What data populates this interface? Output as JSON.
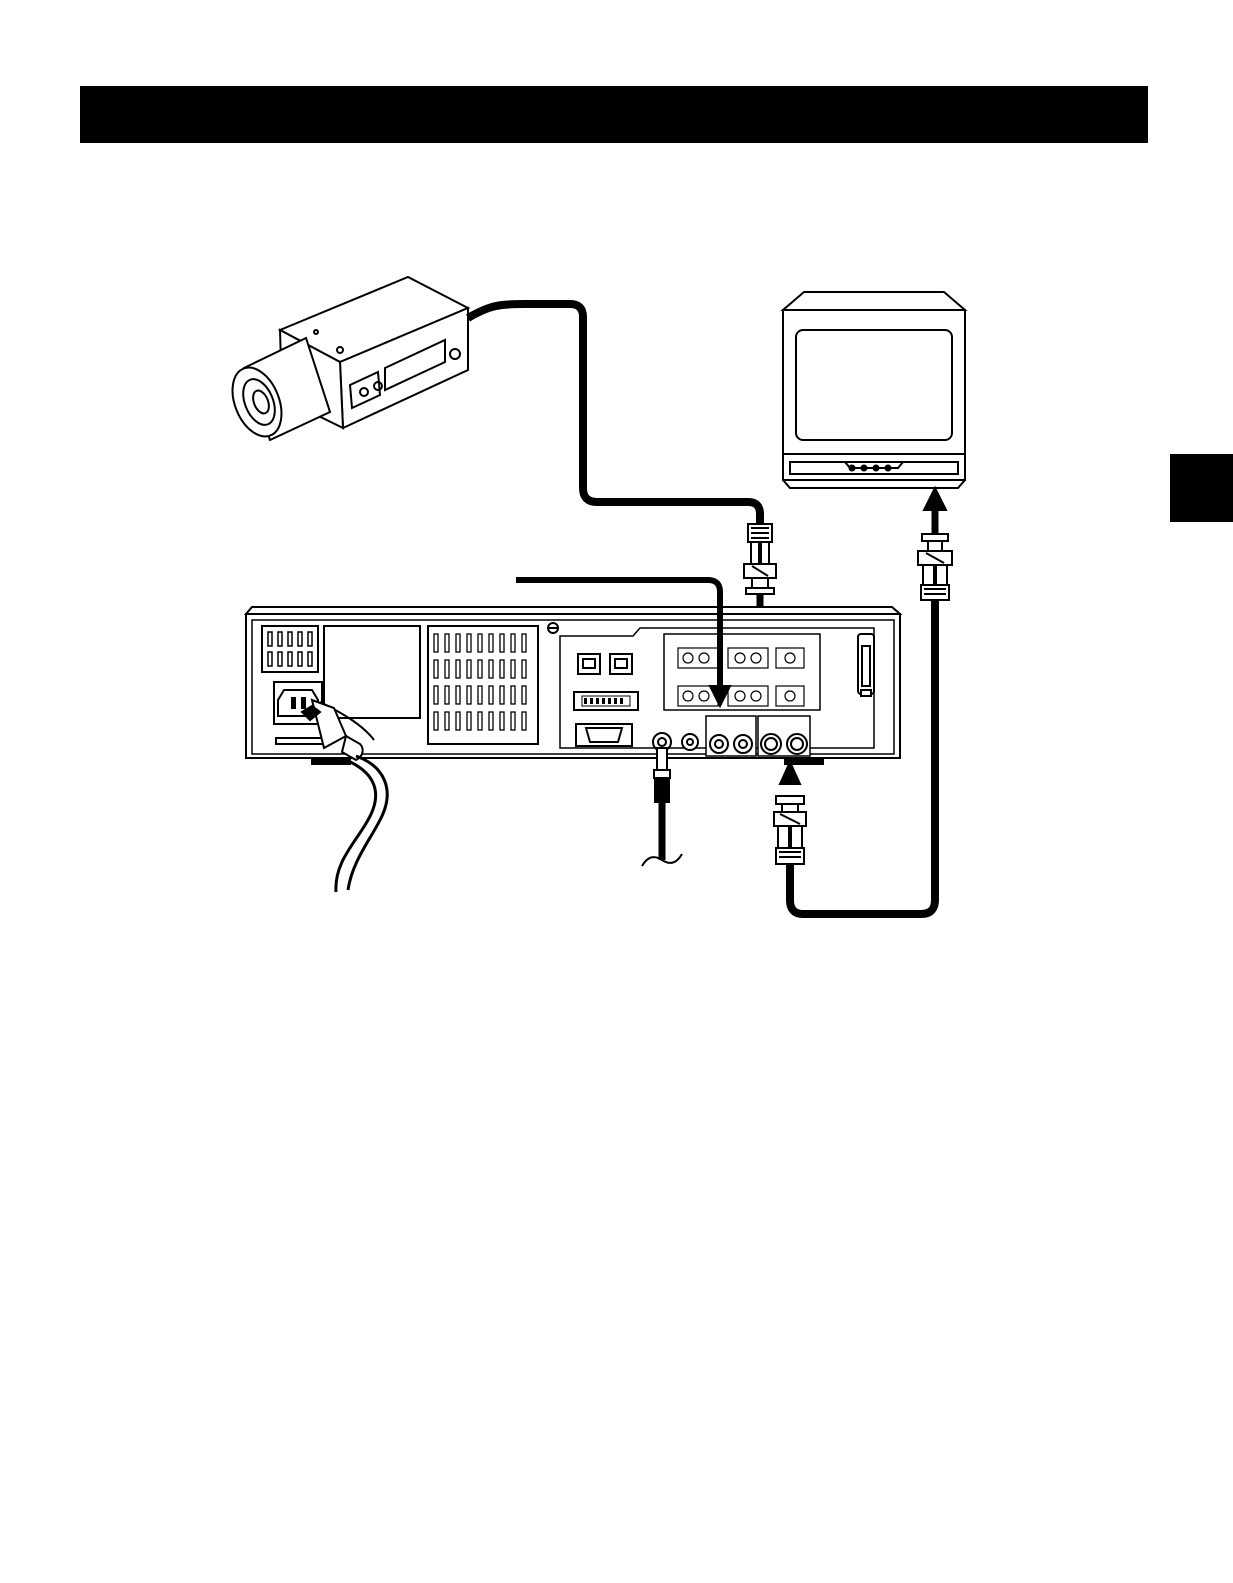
{
  "header_bar": {
    "color": "#000000"
  },
  "side_tab": {
    "color": "#000000"
  },
  "diagram": {
    "line_color": "#000000",
    "background": "#ffffff",
    "components": [
      {
        "name": "camera",
        "icon": "cctv-camera"
      },
      {
        "name": "monitor",
        "icon": "crt-monitor"
      },
      {
        "name": "recorder",
        "icon": "rear-panel-unit"
      },
      {
        "name": "power-cord",
        "icon": "ac-plug"
      },
      {
        "name": "audio-cable",
        "icon": "mini-plug"
      }
    ]
  }
}
